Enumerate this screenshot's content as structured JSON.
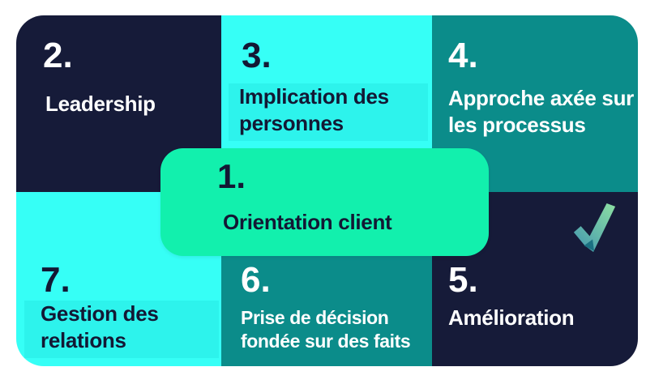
{
  "colors": {
    "background": "#ffffff",
    "navy": "#161b39",
    "cyan": "#36fff6",
    "cyan-band": "#2df3ec",
    "teal": "#0b8c8a",
    "green": "#12f0ad",
    "text-light": "#ffffff",
    "text-dark": "#131834",
    "check-gradient-start": "#3f93b0",
    "check-gradient-end": "#90e3a2",
    "check-fold": "#156a7d"
  },
  "principles": [
    {
      "number": "1.",
      "label": "Orientation client"
    },
    {
      "number": "2.",
      "label": "Leadership"
    },
    {
      "number": "3.",
      "label": "Implication des personnes"
    },
    {
      "number": "4.",
      "label": "Approche axée sur les processus"
    },
    {
      "number": "5.",
      "label": "Amélioration"
    },
    {
      "number": "6.",
      "label": "Prise de décision fondée sur des faits"
    },
    {
      "number": "7.",
      "label": "Gestion des relations"
    }
  ],
  "icon": {
    "name": "checkmark-icon"
  }
}
